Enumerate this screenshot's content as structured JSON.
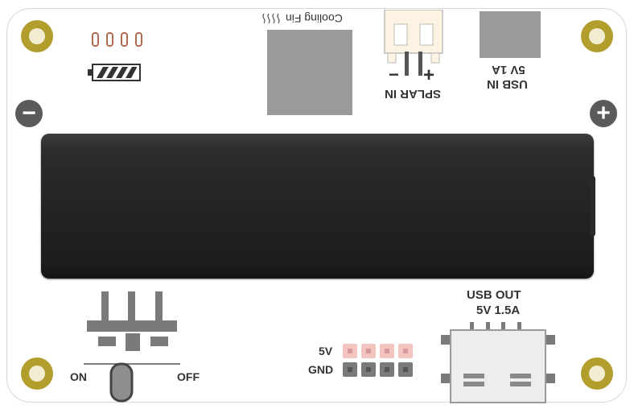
{
  "board": {
    "cooling_fin_label": "Cooling Fin",
    "splar_in_label": "SPLAR IN",
    "splar_minus": "−",
    "splar_plus": "+",
    "usb_in_label": "USB IN",
    "usb_in_spec": "5V 1A",
    "usb_out_label": "USB OUT",
    "usb_out_spec": "5V 1.5A",
    "switch_on_label": "ON",
    "switch_off_label": "OFF",
    "header_5v_label": "5V",
    "header_gnd_label": "GND",
    "minus_symbol": "−",
    "plus_symbol": "+"
  },
  "colors": {
    "mount_hole": "#b19e2c",
    "battery": "#262626",
    "fin": "#9a9a9a",
    "pin_5v": "#f4c4c1",
    "pin_gnd": "#7a7a7a"
  },
  "icons": [
    "led-indicator-icon",
    "battery-level-icon",
    "cooling-fin-waves-icon",
    "minus-terminal-icon",
    "plus-terminal-icon"
  ]
}
